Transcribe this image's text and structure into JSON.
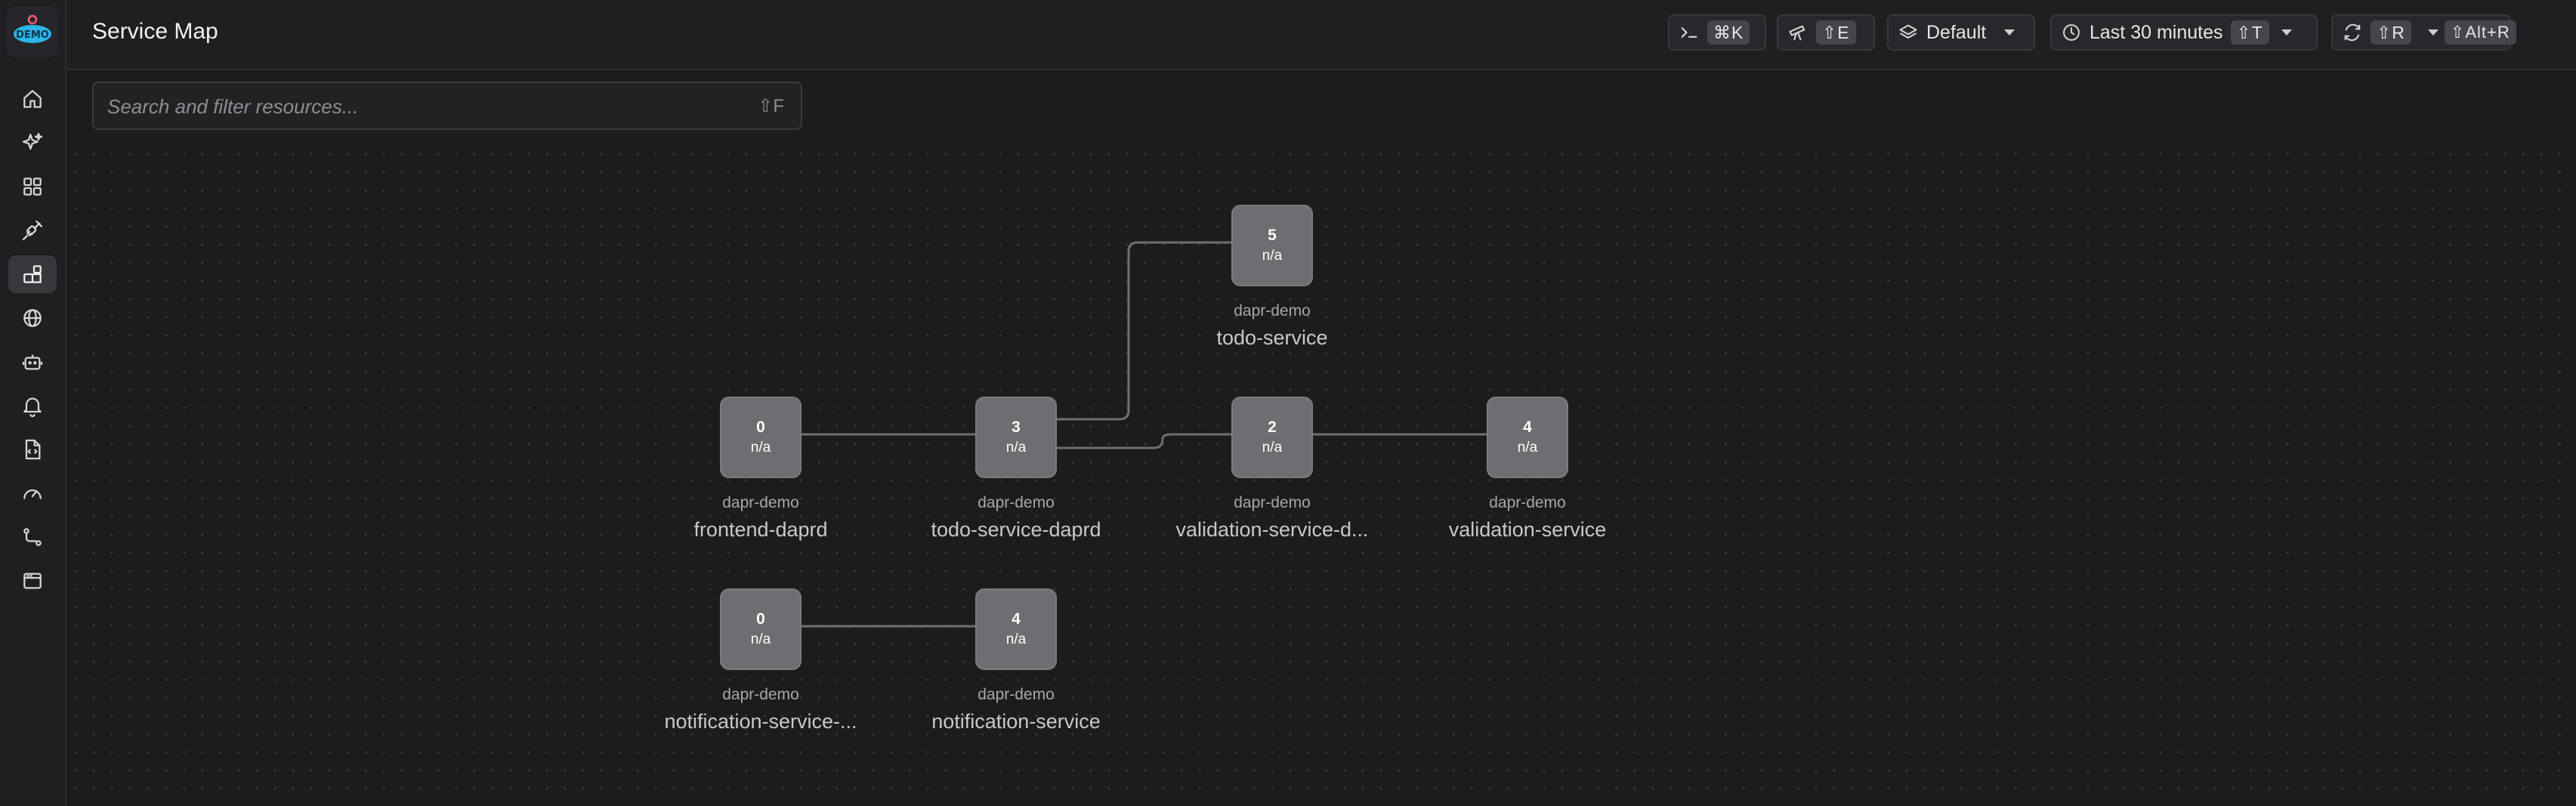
{
  "app": {
    "logo_text": "DEMO"
  },
  "sidebar": {
    "items": [
      {
        "icon": "home-icon"
      },
      {
        "icon": "sparkles-icon"
      },
      {
        "icon": "dashboards-icon"
      },
      {
        "icon": "integrations-icon"
      },
      {
        "icon": "service-map-icon",
        "active": true
      },
      {
        "icon": "globe-icon"
      },
      {
        "icon": "bot-icon"
      },
      {
        "icon": "bell-icon"
      },
      {
        "icon": "document-code-icon"
      },
      {
        "icon": "gauge-icon"
      },
      {
        "icon": "route-icon"
      },
      {
        "icon": "browser-window-icon"
      }
    ]
  },
  "header": {
    "title": "Service Map",
    "command": {
      "icon": "terminal-icon",
      "shortcut": "⌘K"
    },
    "explore": {
      "icon": "telescope-icon",
      "shortcut": "⇧E"
    },
    "environment": {
      "icon": "layers-icon",
      "label": "Default"
    },
    "time_range": {
      "icon": "clock-icon",
      "label": "Last 30 minutes",
      "shortcut": "⇧T"
    },
    "refresh": {
      "icon": "refresh-icon",
      "shortcut": "⇧R",
      "auto_shortcut": "⇧Alt+R"
    }
  },
  "search": {
    "placeholder": "Search and filter resources...",
    "shortcut": "⇧F"
  },
  "service_map": {
    "nodes": [
      {
        "id": "frontend-daprd",
        "count": "0",
        "stat": "n/a",
        "namespace": "dapr-demo",
        "name": "frontend-daprd"
      },
      {
        "id": "todo-service-daprd",
        "count": "3",
        "stat": "n/a",
        "namespace": "dapr-demo",
        "name": "todo-service-daprd"
      },
      {
        "id": "todo-service",
        "count": "5",
        "stat": "n/a",
        "namespace": "dapr-demo",
        "name": "todo-service"
      },
      {
        "id": "validation-service-daprd",
        "count": "2",
        "stat": "n/a",
        "namespace": "dapr-demo",
        "name": "validation-service-d..."
      },
      {
        "id": "validation-service",
        "count": "4",
        "stat": "n/a",
        "namespace": "dapr-demo",
        "name": "validation-service"
      },
      {
        "id": "notification-service-daprd",
        "count": "0",
        "stat": "n/a",
        "namespace": "dapr-demo",
        "name": "notification-service-..."
      },
      {
        "id": "notification-service",
        "count": "4",
        "stat": "n/a",
        "namespace": "dapr-demo",
        "name": "notification-service"
      }
    ],
    "edges": [
      {
        "from": "frontend-daprd",
        "to": "todo-service-daprd"
      },
      {
        "from": "todo-service-daprd",
        "to": "todo-service"
      },
      {
        "from": "todo-service-daprd",
        "to": "validation-service-daprd"
      },
      {
        "from": "validation-service-daprd",
        "to": "validation-service"
      },
      {
        "from": "notification-service-daprd",
        "to": "notification-service"
      }
    ]
  }
}
